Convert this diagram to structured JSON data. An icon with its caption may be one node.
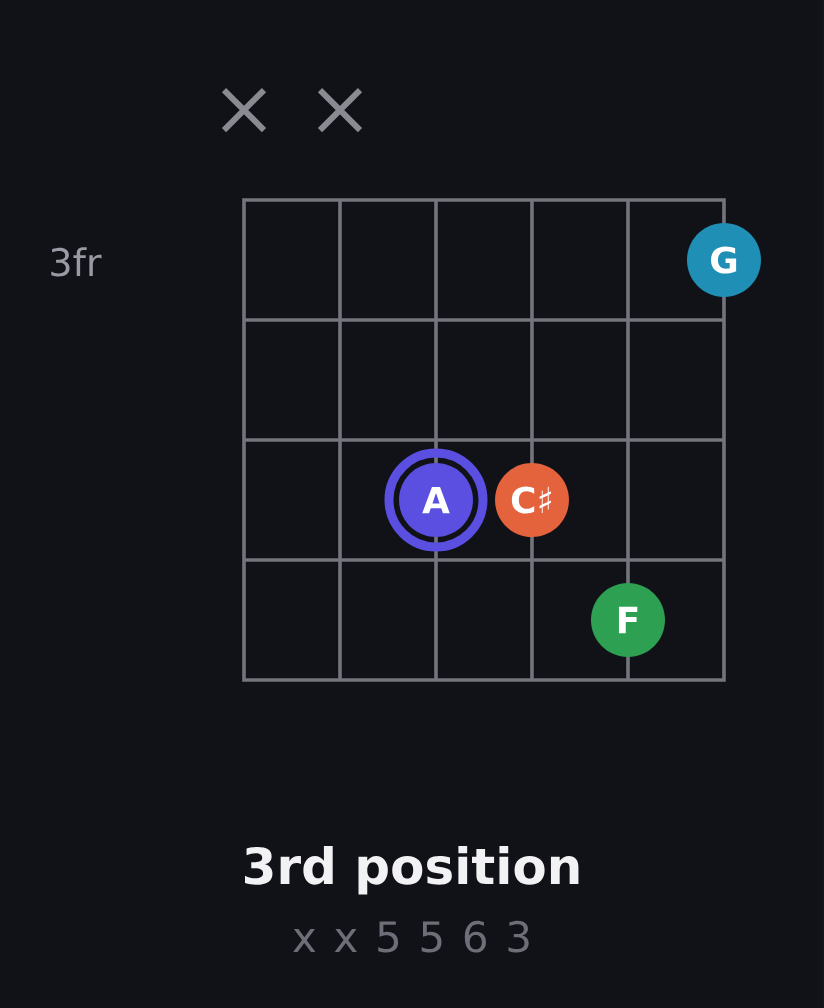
{
  "diagram": {
    "title": "3rd position",
    "nodes": [
      {
        "text": [
          "G"
        ]
      },
      {
        "text": [
          "A"
        ]
      },
      {
        "text": [
          "C♯"
        ]
      },
      {
        "text": [
          "F"
        ]
      }
    ],
    "labels": [
      "3fr",
      "x x 5 5 6 3"
    ]
  }
}
